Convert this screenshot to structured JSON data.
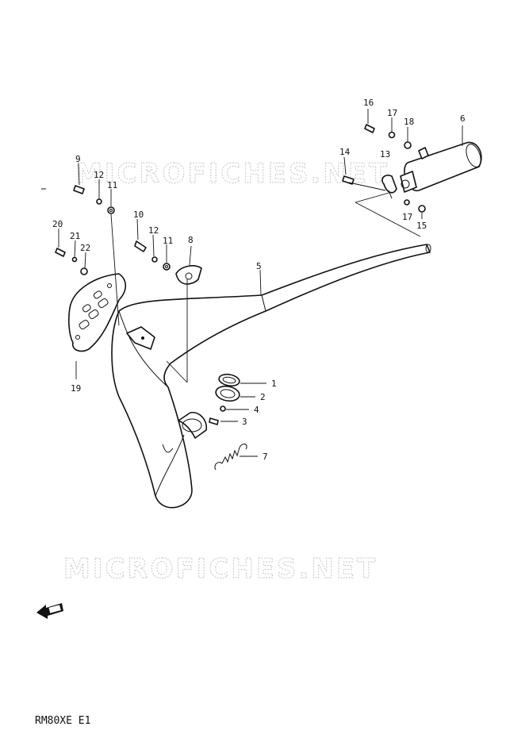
{
  "watermark": "MICROFICHES.NET",
  "diagram_code": "RM80XE E1",
  "callouts": {
    "c1": "1",
    "c2": "2",
    "c3": "3",
    "c4": "4",
    "c5": "5",
    "c6": "6",
    "c7": "7",
    "c8": "8",
    "c9": "9",
    "c10": "10",
    "c11a": "11",
    "c11b": "11",
    "c12a": "12",
    "c12b": "12",
    "c13": "13",
    "c14": "14",
    "c15": "15",
    "c16": "16",
    "c17a": "17",
    "c17b": "17",
    "c18": "18",
    "c19": "19",
    "c20": "20",
    "c21": "21",
    "c22": "22"
  }
}
